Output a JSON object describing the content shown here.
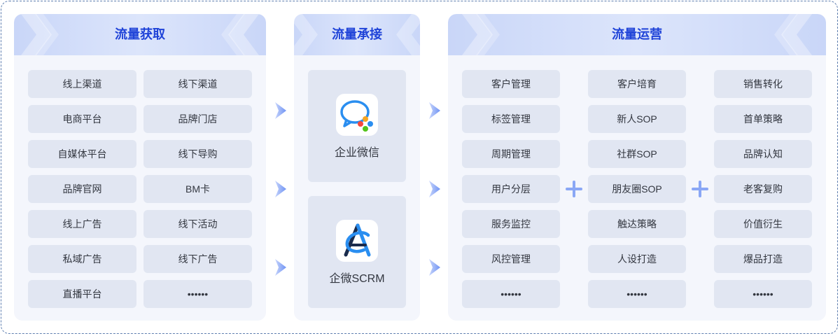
{
  "acquisition": {
    "title": "流量获取",
    "items": [
      "线上渠道",
      "线下渠道",
      "电商平台",
      "品牌门店",
      "自媒体平台",
      "线下导购",
      "品牌官网",
      "BM卡",
      "线上广告",
      "线下活动",
      "私域广告",
      "线下广告",
      "直播平台",
      "••••••"
    ]
  },
  "undertaking": {
    "title": "流量承接",
    "cards": [
      {
        "label": "企业微信",
        "icon": "wecom-icon"
      },
      {
        "label": "企微SCRM",
        "icon": "scrm-logo-icon"
      }
    ]
  },
  "operation": {
    "title": "流量运营",
    "columns": [
      [
        "客户管理",
        "标签管理",
        "周期管理",
        "用户分层",
        "服务监控",
        "风控管理",
        "••••••"
      ],
      [
        "客户培育",
        "新人SOP",
        "社群SOP",
        "朋友圈SOP",
        "触达策略",
        "人设打造",
        "••••••"
      ],
      [
        "销售转化",
        "首单策略",
        "品牌认知",
        "老客复购",
        "价值衍生",
        "爆品打造",
        "••••••"
      ]
    ]
  },
  "colors": {
    "title": "#1f43d8",
    "cell": "#e1e6f2",
    "panel": "#f4f6fc",
    "accent": "#4d7cf6"
  }
}
